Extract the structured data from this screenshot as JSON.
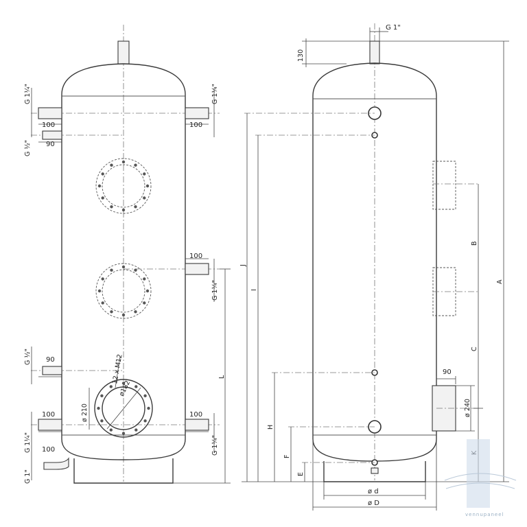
{
  "labels": {
    "g_1": "G 1\"",
    "g_1_1_4": "G 1¼\"",
    "g_1_2": "G ½\"",
    "d_100": "100",
    "d_90": "90",
    "d_130": "130",
    "flange_bolts": "12 x M12",
    "d_182": "ø182",
    "d_210": "ø 210",
    "d_240": "ø 240",
    "dim_A": "A",
    "dim_B": "B",
    "dim_C": "C",
    "dim_D": "ø D",
    "dim_d": "ø d",
    "dim_E": "E",
    "dim_F": "F",
    "dim_H": "H",
    "dim_I": "I",
    "dim_J": "J",
    "dim_K": "K",
    "dim_L": "L"
  },
  "watermark": "vennupaneel"
}
